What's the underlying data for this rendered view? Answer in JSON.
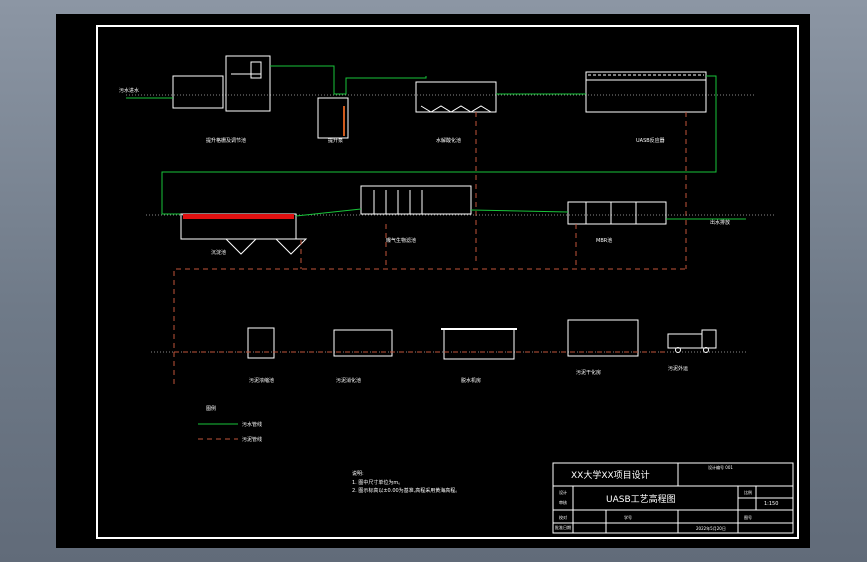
{
  "drawing": {
    "units": [
      {
        "id": "grid",
        "label": "提升格栅及调节池"
      },
      {
        "id": "pump",
        "label": "提升泵"
      },
      {
        "id": "acid",
        "label": "水解酸化池"
      },
      {
        "id": "uasb",
        "label": "UASB反应器"
      },
      {
        "id": "sed",
        "label": "沉淀池"
      },
      {
        "id": "aer",
        "label": "曝气生物滤池"
      },
      {
        "id": "mbr",
        "label": "MBR池"
      },
      {
        "id": "sludge_pool",
        "label": "污泥浓缩池"
      },
      {
        "id": "thicken",
        "label": "污泥消化池"
      },
      {
        "id": "dryer",
        "label": "脱水机房"
      },
      {
        "id": "press",
        "label": "污泥干化房"
      },
      {
        "id": "truck",
        "label": "污泥外运"
      }
    ],
    "labels": {
      "inlet": "污水进水",
      "outlet": "出水排放"
    },
    "legend": {
      "title": "图例",
      "items": [
        {
          "label": "污水管线",
          "color": "#18c43a"
        },
        {
          "label": "污泥管线",
          "color": "#c0533a"
        }
      ]
    },
    "notes": {
      "title": "说明:",
      "lines": [
        "1. 图中尺寸单位为m。",
        "2. 图示标高以±0.00为基准,高程采用黄海高程。"
      ]
    }
  },
  "title_block": {
    "school": "XX大学XX项目设计",
    "top_right": "设计编号 001",
    "drawing_title": "UASB工艺高程图",
    "left_rows": [
      "设计",
      "审核",
      "校对",
      "批准日期"
    ],
    "scale_label": "比例",
    "scale_value": "1:150",
    "sheet_label": "图号",
    "sheet_value": "",
    "mid_label": "学号",
    "date": "2022年5月20日"
  }
}
